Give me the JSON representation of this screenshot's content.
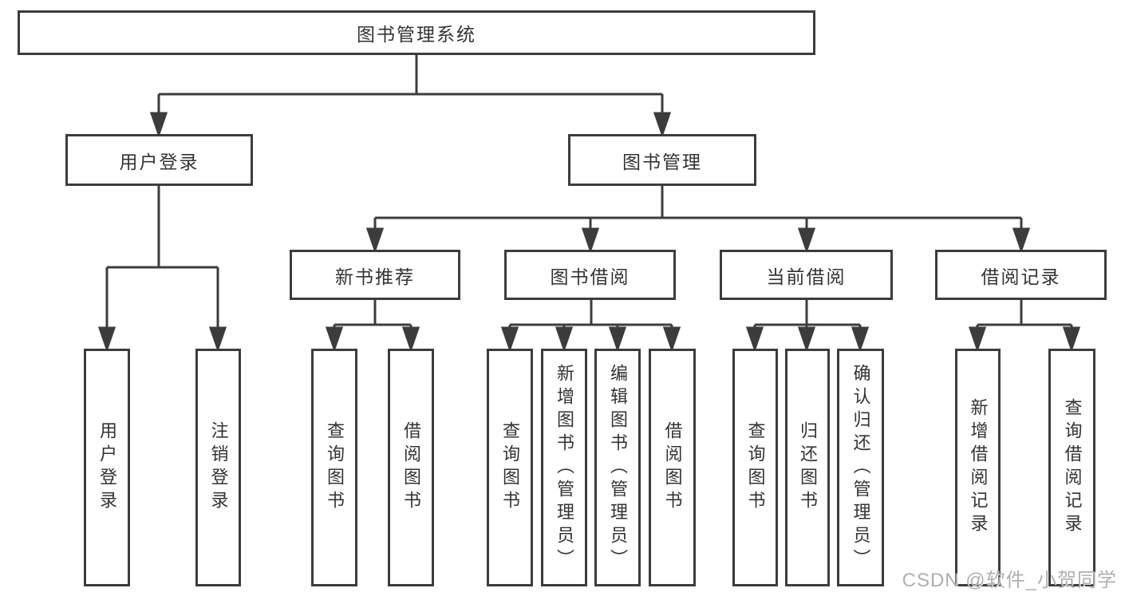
{
  "root_label": "图书管理系统",
  "branches": {
    "user_login": "用户登录",
    "book_management": "图书管理"
  },
  "sections": {
    "new_book_recommend": "新书推荐",
    "book_borrowing": "图书借阅",
    "current_borrowing": "当前借阅",
    "borrowing_records": "借阅记录"
  },
  "leaves": {
    "user_login": "用户登录",
    "logout": "注销登录",
    "recommend_query_books": "查询图书",
    "recommend_borrow_books": "借阅图书",
    "borrowing_query_books": "查询图书",
    "borrowing_add_books_admin": "新增图书（管理员）",
    "borrowing_edit_books_admin": "编辑图书（管理员）",
    "borrowing_borrow_books": "借阅图书",
    "current_query_books": "查询图书",
    "current_return_books": "归还图书",
    "current_confirm_return_admin": "确认归还（管理员）",
    "records_add_record": "新增借阅记录",
    "records_query_record": "查询借阅记录"
  },
  "watermark": "CSDN @软件_小贺同学",
  "colors": {
    "line": "#3c3c3c",
    "text": "#333333",
    "watermark": "#a8a8a8",
    "background": "#ffffff"
  }
}
